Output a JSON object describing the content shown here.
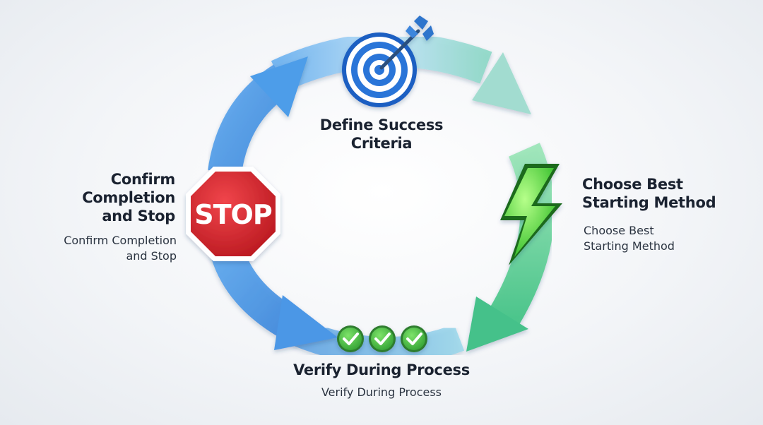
{
  "steps": {
    "define": {
      "title_line1": "Define Success",
      "title_line2": "Criteria",
      "icon": "target-icon"
    },
    "choose": {
      "title_line1": "Choose Best",
      "title_line2": "Starting Method",
      "sub_line1": "Choose Best",
      "sub_line2": "Starting Method",
      "icon": "lightning-bolt-icon"
    },
    "verify": {
      "title": "Verify During Process",
      "sub": "Verify During Process",
      "icon": "checkmarks-icon"
    },
    "confirm": {
      "title_line1": "Confirm",
      "title_line2": "Completion",
      "title_line3": "and Stop",
      "sub_line1": "Confirm Completion",
      "sub_line2": "and Stop",
      "icon": "stop-sign-icon",
      "sign_text": "STOP"
    }
  },
  "colors": {
    "blue_arrow": "#3a8fe0",
    "green_arrow": "#4cc97a",
    "stop_red": "#d8232a",
    "check_green": "#3db23a",
    "bolt_green": "#39d12b"
  }
}
